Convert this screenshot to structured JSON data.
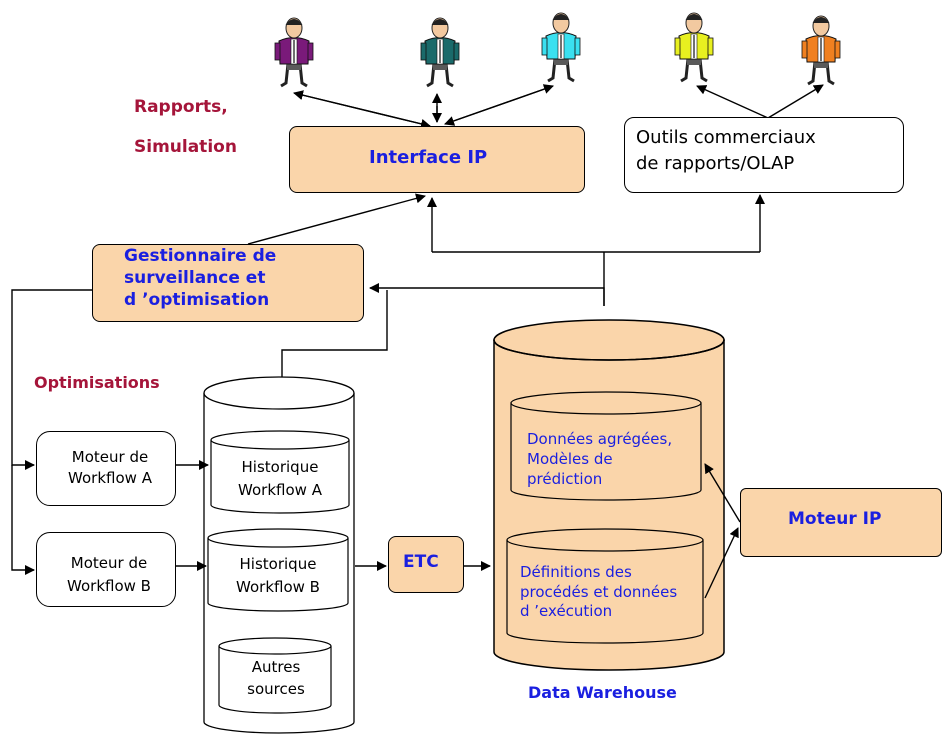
{
  "labels": {
    "rapports": "Rapports,",
    "simulation": "Simulation",
    "interface_ip": "Interface IP",
    "outils": "Outils commerciaux\nde  rapports/OLAP",
    "gestionnaire": "Gestionnaire de\nsurveillance et\nd ’optimisation",
    "optimisations": "Optimisations",
    "moteur_a": "Moteur de\nWorkflow A",
    "moteur_b": "Moteur de\nWorkflow B",
    "historique_a": "Historique\nWorkflow A",
    "historique_b": "Historique\nWorkflow B",
    "autres": "Autres\nsources",
    "etc": "ETC",
    "donnees_agregees": "Données agrégées,\nModèles de\nprédiction",
    "definitions": "Définitions des\nprocédés et données\nd ’exécution",
    "data_warehouse": "Data Warehouse",
    "moteur_ip": "Moteur IP"
  },
  "colors": {
    "box_fill": "#fad5aa",
    "title_red": "#a5153a",
    "title_blue": "#1a1fe0",
    "users": [
      "#7a1a7a",
      "#1a6a6a",
      "#3ae0f0",
      "#e8f020",
      "#f08020"
    ]
  },
  "icons": [
    "user-icon",
    "user-icon",
    "user-icon",
    "user-icon",
    "user-icon"
  ]
}
